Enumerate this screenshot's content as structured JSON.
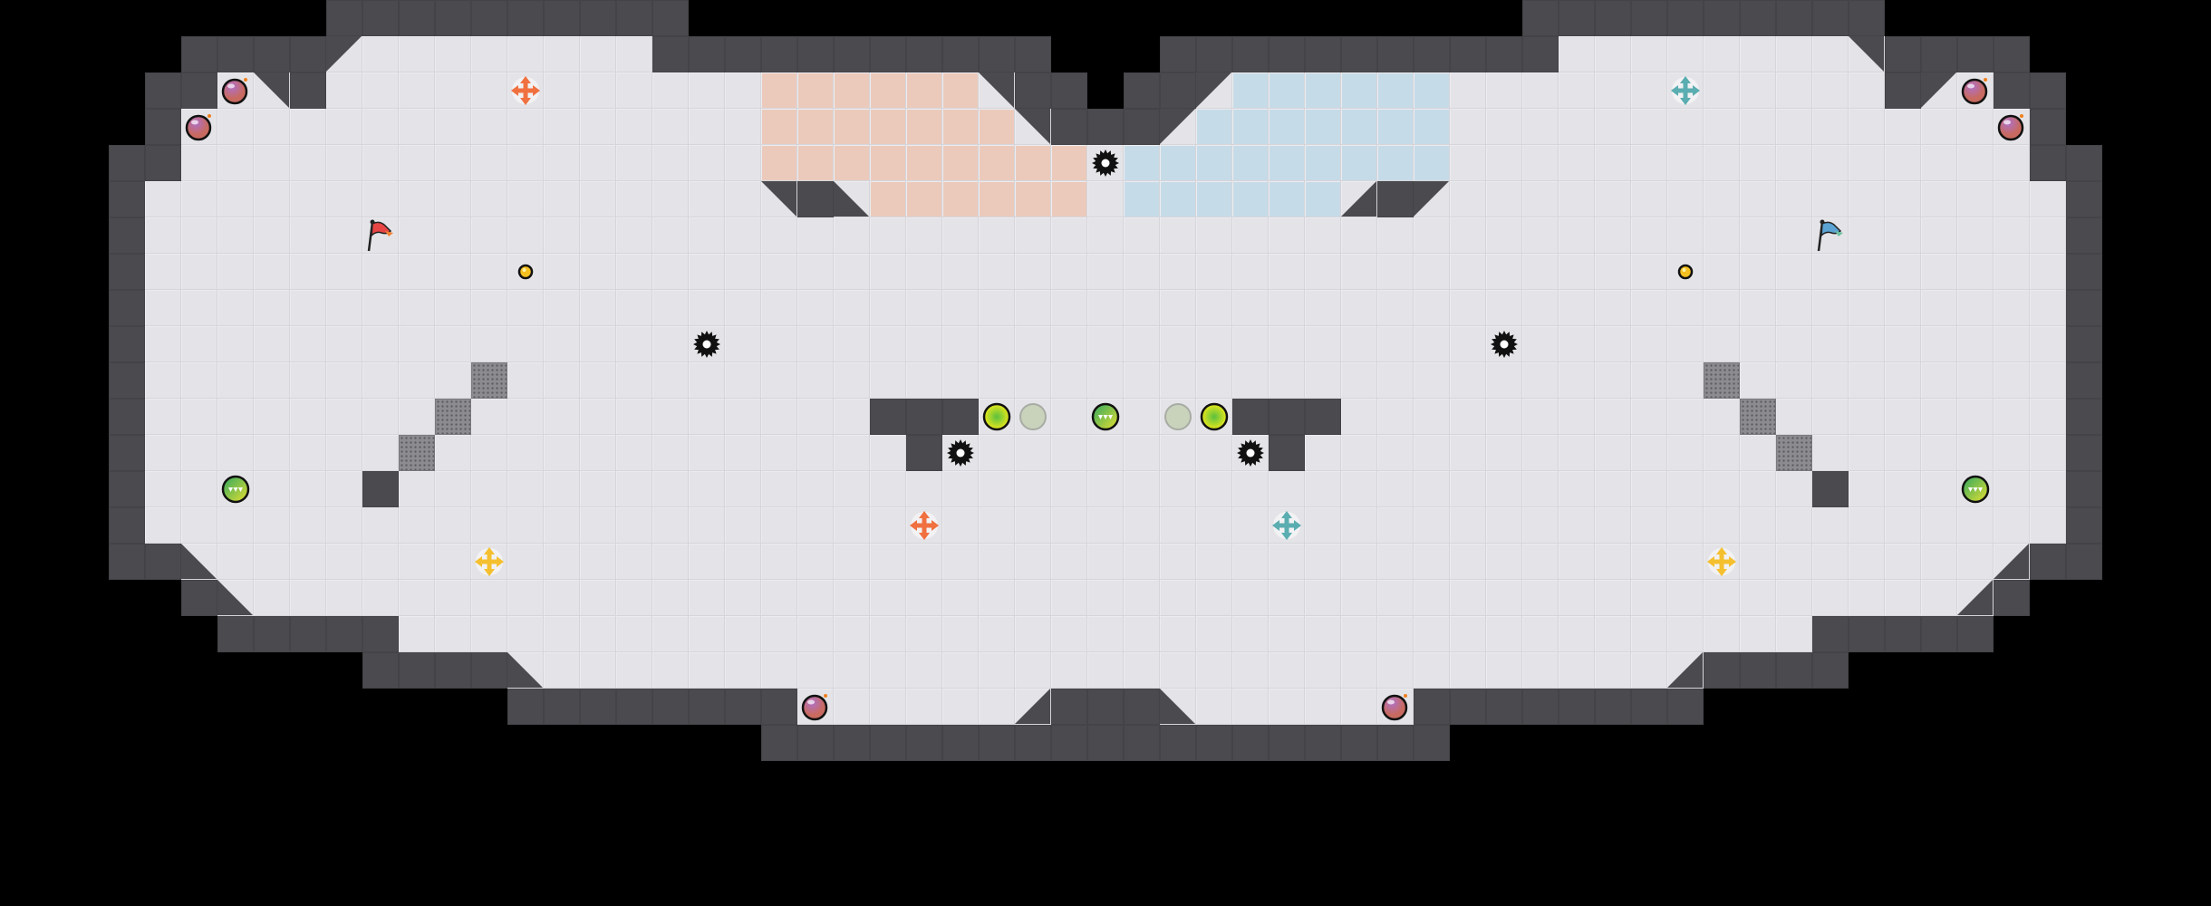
{
  "map": {
    "teams": [
      "red",
      "blue"
    ],
    "colors": {
      "void": "#000000",
      "wall": "#4a4a4f",
      "floor": "#e4e4e8",
      "red_zone": "#ebcabb",
      "blue_zone": "#c6dbe8",
      "red_boost": "#f07040",
      "blue_boost": "#5aadb0",
      "neutral_boost": "#f5c030",
      "red_flag": "#e84545",
      "blue_flag": "#5aa3d3",
      "bomb": "#9a4f96",
      "button": "#e8e81a",
      "button_off": "#c9d2bb",
      "powerup": "#6cc070",
      "spike": "#111111",
      "gate": "#8c8c90"
    },
    "icons": [
      "bomb-icon",
      "boost-icon",
      "flag-icon",
      "token-icon",
      "spike-icon",
      "button-icon",
      "powerup-icon",
      "gate-tile"
    ]
  }
}
